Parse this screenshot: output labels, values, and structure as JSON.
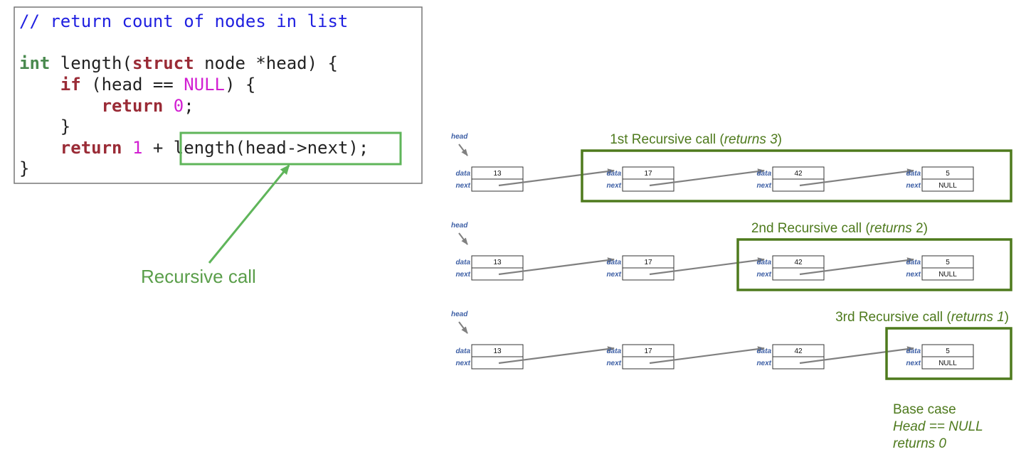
{
  "code": {
    "lines": [
      [
        {
          "t": "// return count of nodes in list",
          "c": "c-comment"
        }
      ],
      [],
      [
        {
          "t": "int",
          "c": "c-type"
        },
        {
          "t": " length(",
          "c": "c-plain"
        },
        {
          "t": "struct",
          "c": "c-kw"
        },
        {
          "t": " node *head) {",
          "c": "c-plain"
        }
      ],
      [
        {
          "t": "    ",
          "c": "c-plain"
        },
        {
          "t": "if",
          "c": "c-kw"
        },
        {
          "t": " (head == ",
          "c": "c-plain"
        },
        {
          "t": "NULL",
          "c": "c-const"
        },
        {
          "t": ") {",
          "c": "c-plain"
        }
      ],
      [
        {
          "t": "        ",
          "c": "c-plain"
        },
        {
          "t": "return",
          "c": "c-kw"
        },
        {
          "t": " ",
          "c": "c-plain"
        },
        {
          "t": "0",
          "c": "c-const"
        },
        {
          "t": ";",
          "c": "c-plain"
        }
      ],
      [
        {
          "t": "    }",
          "c": "c-plain"
        }
      ],
      [
        {
          "t": "    ",
          "c": "c-plain"
        },
        {
          "t": "return",
          "c": "c-kw"
        },
        {
          "t": " ",
          "c": "c-plain"
        },
        {
          "t": "1",
          "c": "c-const"
        },
        {
          "t": " + ",
          "c": "c-plain"
        },
        {
          "t": "length(head->next);",
          "c": "c-plain"
        }
      ],
      [
        {
          "t": "}",
          "c": "c-plain"
        }
      ]
    ]
  },
  "recursive_call_label": "Recursive call",
  "node_labels": {
    "head": "head",
    "data": "data",
    "next": "next"
  },
  "lists": [
    {
      "call_label": [
        {
          "t": "1st Recursive call (",
          "i": false
        },
        {
          "t": "returns 3",
          "i": true
        },
        {
          "t": ")",
          "i": false
        }
      ],
      "values": [
        "13",
        "17",
        "42",
        "5"
      ],
      "last_next": "NULL"
    },
    {
      "call_label": [
        {
          "t": "2nd Recursive call (",
          "i": false
        },
        {
          "t": "returns",
          "i": true
        },
        {
          "t": " 2)",
          "i": false
        }
      ],
      "values": [
        "13",
        "17",
        "42",
        "5"
      ],
      "last_next": "NULL"
    },
    {
      "call_label": [
        {
          "t": "3rd Recursive call (",
          "i": false
        },
        {
          "t": "returns 1",
          "i": true
        },
        {
          "t": ")",
          "i": false
        }
      ],
      "values": [
        "13",
        "17",
        "42",
        "5"
      ],
      "last_next": "NULL"
    }
  ],
  "base_case": [
    "Base case",
    "Head == NULL",
    "returns 0"
  ],
  "colors": {
    "highlight_green": "#5fb55a",
    "frame_green": "#4e7a1d",
    "arrow_gray": "#808080",
    "label_blue": "#3d5fa5"
  }
}
